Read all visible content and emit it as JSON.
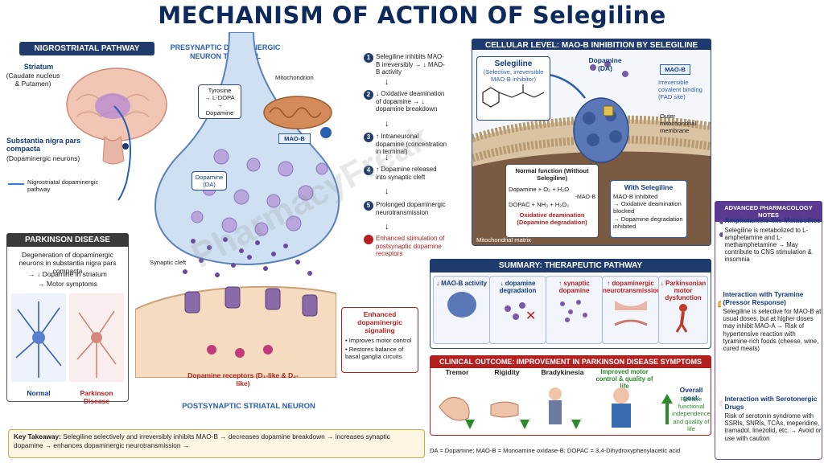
{
  "title": "MECHANISM OF ACTION OF Selegiline",
  "nigrostriatal": {
    "header": "NIGROSTRIATAL PATHWAY",
    "striatum_title": "Striatum",
    "striatum_sub": "(Caudate nucleus & Putamen)",
    "sn_title": "Substantia nigra pars compacta",
    "sn_sub": "(Dopaminergic neurons)",
    "legend": "Nigrostriatal dopaminergic pathway"
  },
  "parkinson": {
    "header": "PARKINSON DISEASE",
    "line1": "Degeneration of dopaminergic neurons in substantia nigra pars compacta",
    "line2": "→ ↓ Dopamine in striatum",
    "line3": "→ Motor symptoms",
    "normal": "Normal",
    "disease": "Parkinson Disease"
  },
  "presynaptic": {
    "title": "PRESYNAPTIC DOPAMINERGIC NEURON TERMINAL",
    "synthesis_1": "Tyrosine",
    "synthesis_2": "→ L-DOPA",
    "synthesis_3": "→",
    "synthesis_4": "Dopamine",
    "mitochondrion": "Mitochondrion",
    "maob": "MAO-B",
    "dopamine_label": "Dopamine (DA)",
    "synaptic_cleft": "Synaptic cleft",
    "receptors": "Dopamine receptors (D₁-like & D₂-like)",
    "postsynaptic": "POSTSYNAPTIC STRIATAL NEURON"
  },
  "signaling": {
    "title": "Enhanced dopaminergic signaling",
    "b1": "Improves motor control",
    "b2": "Restores balance of basal ganglia circuits"
  },
  "steps": [
    {
      "n": "1",
      "text": "Selegiline inhibits MAO-B irreversibly → ↓ MAO-B activity"
    },
    {
      "n": "2",
      "text": "↓ Oxidative deamination of dopamine → ↓ dopamine breakdown"
    },
    {
      "n": "3",
      "text": "↑ Intraneuronal dopamine (concentration in terminal)"
    },
    {
      "n": "4",
      "text": "↑ Dopamine released into synaptic cleft"
    },
    {
      "n": "5",
      "text": "Prolonged dopaminergic neurotransmission"
    },
    {
      "n": "6",
      "text": "Enhanced stimulation of postsynaptic dopamine receptors"
    }
  ],
  "cellular": {
    "header": "CELLULAR LEVEL: MAO-B INHIBITION BY SELEGILINE",
    "selegiline": "Selegiline",
    "selegiline_sub": "(Selective, irreversible MAO-B inhibitor)",
    "dopamine": "Dopamine (DA)",
    "maob": "MAO-B",
    "irreversible": "Irreversible covalent binding (FAD site)",
    "outer_membrane": "Outer mitochondrial membrane",
    "normal_title": "Normal function (Without Selegiline)",
    "eq1": "Dopamine + O₂ + H₂O",
    "eq_enzyme": "-MAO-B",
    "eq2": "DOPAC + NH₃ + H₂O₂",
    "oxidative": "Oxidative deamination (Dopamine degradation)",
    "with_title": "With Selegiline",
    "with1": "MAO-B inhibited",
    "with2": "→ Oxidative deamination blocked",
    "with3": "→ Dopamine degradation inhibited",
    "matrix": "Mitochondrial matrix"
  },
  "summary": {
    "header": "SUMMARY: THERAPEUTIC PATHWAY",
    "cards": [
      "↓ MAO-B activity",
      "↓ dopamine degradation",
      "↑ synaptic dopamine",
      "↑ dopaminergic neurotransmission",
      "↓ Parkinsonian motor dysfunction"
    ]
  },
  "clinical": {
    "header": "CLINICAL OUTCOME: IMPROVEMENT IN PARKINSON DISEASE SYMPTOMS",
    "tremor": "Tremor",
    "rigidity": "Rigidity",
    "bradykinesia": "Bradykinesia",
    "improved": "Improved motor control & quality of life",
    "goal_title": "Overall goal:",
    "goal_text": "Restore functional independence and quality of life"
  },
  "advanced": {
    "header": "ADVANCED PHARMACOLOGY NOTES",
    "s1_title": "Amphetamine-like Metabolites",
    "s1_text": "Selegiline is metabolized to L-amphetamine and L-methamphetamine → May contribute to CNS stimulation & insomnia",
    "s2_title": "Interaction with Tyramine (Pressor Response)",
    "s2_text": "Selegiline is selective for MAO-B at usual doses, but at higher doses may inhibit MAO-A → Risk of hypertensive reaction with tyramine-rich foods (cheese, wine, cured meats)",
    "s3_title": "Interaction with Serotonergic Drugs",
    "s3_text": "Risk of serotonin syndrome with SSRIs, SNRIs, TCAs, meperidine, tramadol, linezolid, etc. → Avoid or use with caution"
  },
  "takeaway": {
    "label": "Key Takeaway:",
    "text": "Selegiline selectively and irreversibly inhibits MAO-B → decreases dopamine breakdown → increases synaptic dopamine → enhances dopaminergic neurotransmission →"
  },
  "footnote": "DA = Dopamine; MAO-B = Monoamine oxidase-B; DOPAC = 3,4-Dihydroxyphenylacetic acid",
  "watermark": "PharmacyFreak",
  "colors": {
    "navy": "#1f3b6e",
    "red": "#b32020",
    "green": "#2c8a2c",
    "purple": "#6b4aa0"
  }
}
